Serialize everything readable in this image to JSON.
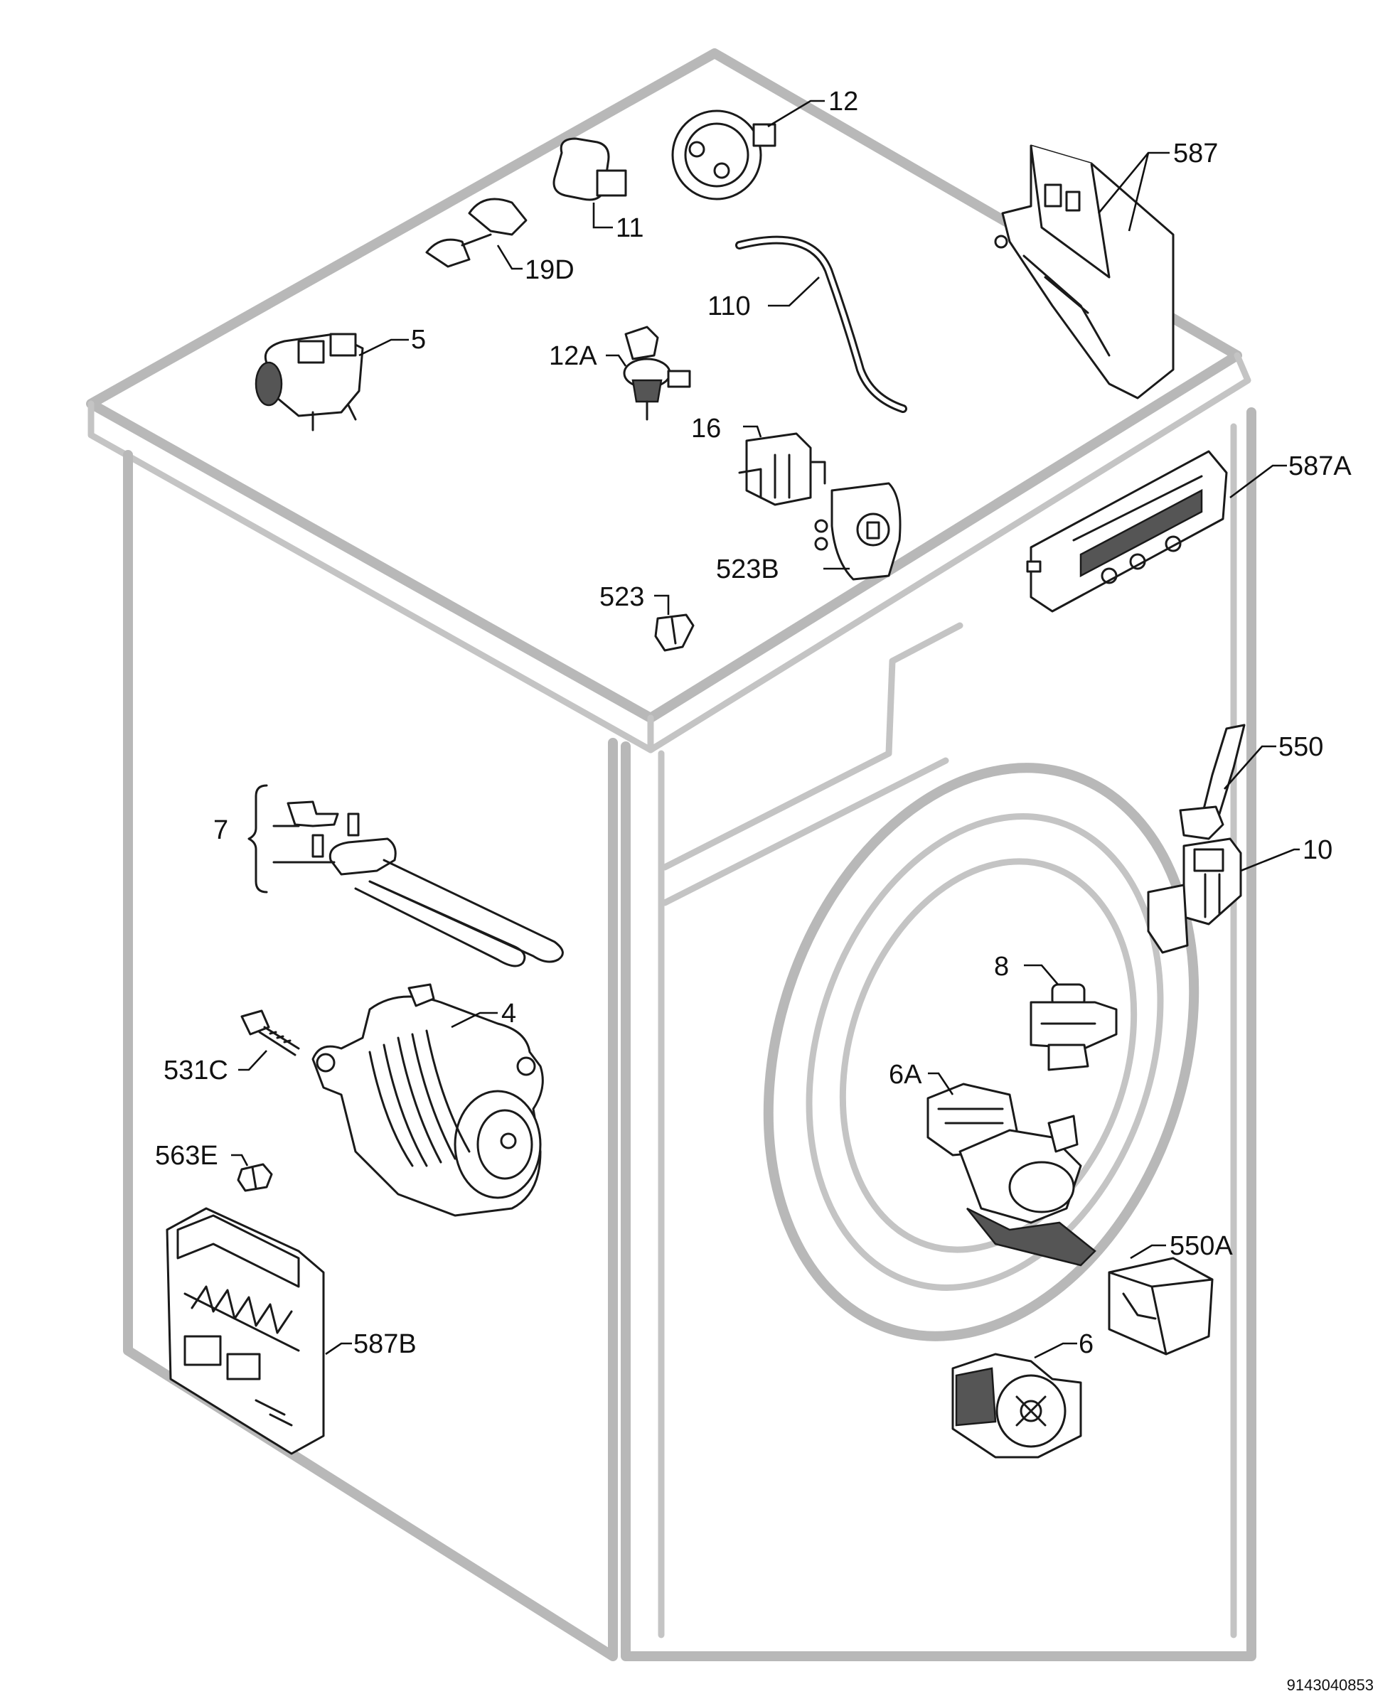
{
  "figure": {
    "document_number": "9143040853",
    "callouts": [
      {
        "id": "12",
        "label": "12"
      },
      {
        "id": "11",
        "label": "11"
      },
      {
        "id": "19D",
        "label": "19D"
      },
      {
        "id": "587",
        "label": "587"
      },
      {
        "id": "5",
        "label": "5"
      },
      {
        "id": "110",
        "label": "110"
      },
      {
        "id": "12A",
        "label": "12A"
      },
      {
        "id": "16",
        "label": "16"
      },
      {
        "id": "587A",
        "label": "587A"
      },
      {
        "id": "523B",
        "label": "523B"
      },
      {
        "id": "523",
        "label": "523"
      },
      {
        "id": "550",
        "label": "550"
      },
      {
        "id": "10",
        "label": "10"
      },
      {
        "id": "7",
        "label": "7"
      },
      {
        "id": "8",
        "label": "8"
      },
      {
        "id": "4",
        "label": "4"
      },
      {
        "id": "531C",
        "label": "531C"
      },
      {
        "id": "6A",
        "label": "6A"
      },
      {
        "id": "563E",
        "label": "563E"
      },
      {
        "id": "550A",
        "label": "550A"
      },
      {
        "id": "587B",
        "label": "587B"
      },
      {
        "id": "6",
        "label": "6"
      }
    ]
  }
}
